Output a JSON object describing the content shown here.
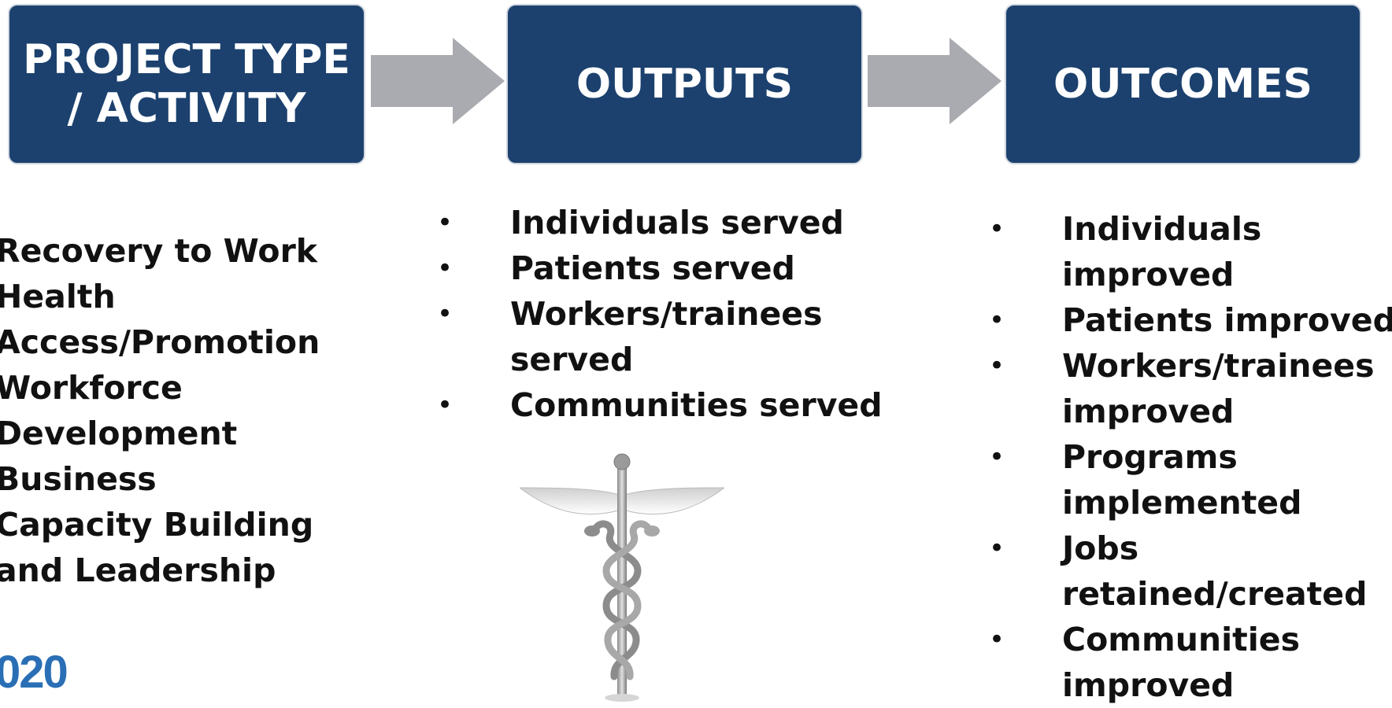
{
  "boxes": [
    {
      "title": "PROJECT TYPE\n/ ACTIVITY"
    },
    {
      "title": "OUTPUTS"
    },
    {
      "title": "OUTCOMES"
    }
  ],
  "activities": [
    "Recovery to Work",
    "Health",
    "Access/Promotion",
    "Workforce",
    "Development",
    "Business",
    "Capacity Building",
    "and Leadership"
  ],
  "outputs": [
    "Individuals served",
    "Patients served",
    "Workers/trainees served",
    "Communities served"
  ],
  "outcomes": [
    "Individuals improved",
    "Patients improved",
    "Workers/trainees improved",
    "Programs implemented",
    "Jobs retained/created",
    "Communities improved"
  ],
  "logo_fragment": "020",
  "icons": {
    "arrows": "right-arrow-icon",
    "image": "caduceus-icon"
  },
  "colors": {
    "box_fill": "#1c416e",
    "box_text": "#ffffff",
    "arrow": "#a9abb0",
    "body_text": "#111111",
    "logo": "#2a6fb5"
  }
}
